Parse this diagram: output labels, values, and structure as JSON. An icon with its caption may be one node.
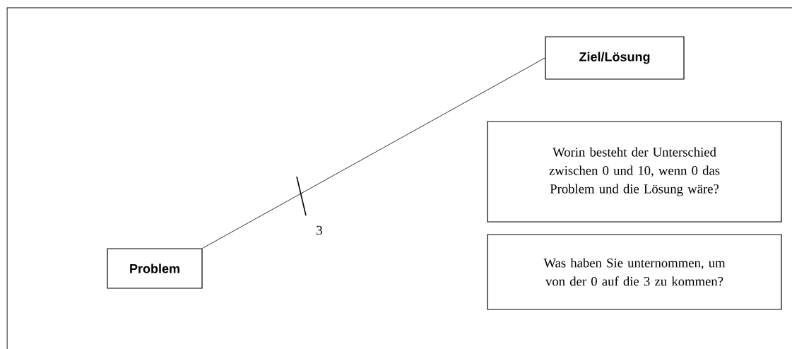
{
  "diagram": {
    "nodes": [
      {
        "text": [
          "Problem"
        ]
      },
      {
        "text": [
          "Ziel/Lösung"
        ]
      },
      {
        "text": [
          "Worin besteht der Unterschied zwischen 0 und 10, wenn 0 das Problem und die Lösung wäre?"
        ]
      },
      {
        "text": [
          "Was haben Sie unternommen, um von der 0 auf die 3 zu kommen?"
        ]
      }
    ],
    "edges": [
      {
        "from": 0,
        "to": 1,
        "arrow": "none"
      }
    ],
    "labels": [
      "3"
    ]
  }
}
